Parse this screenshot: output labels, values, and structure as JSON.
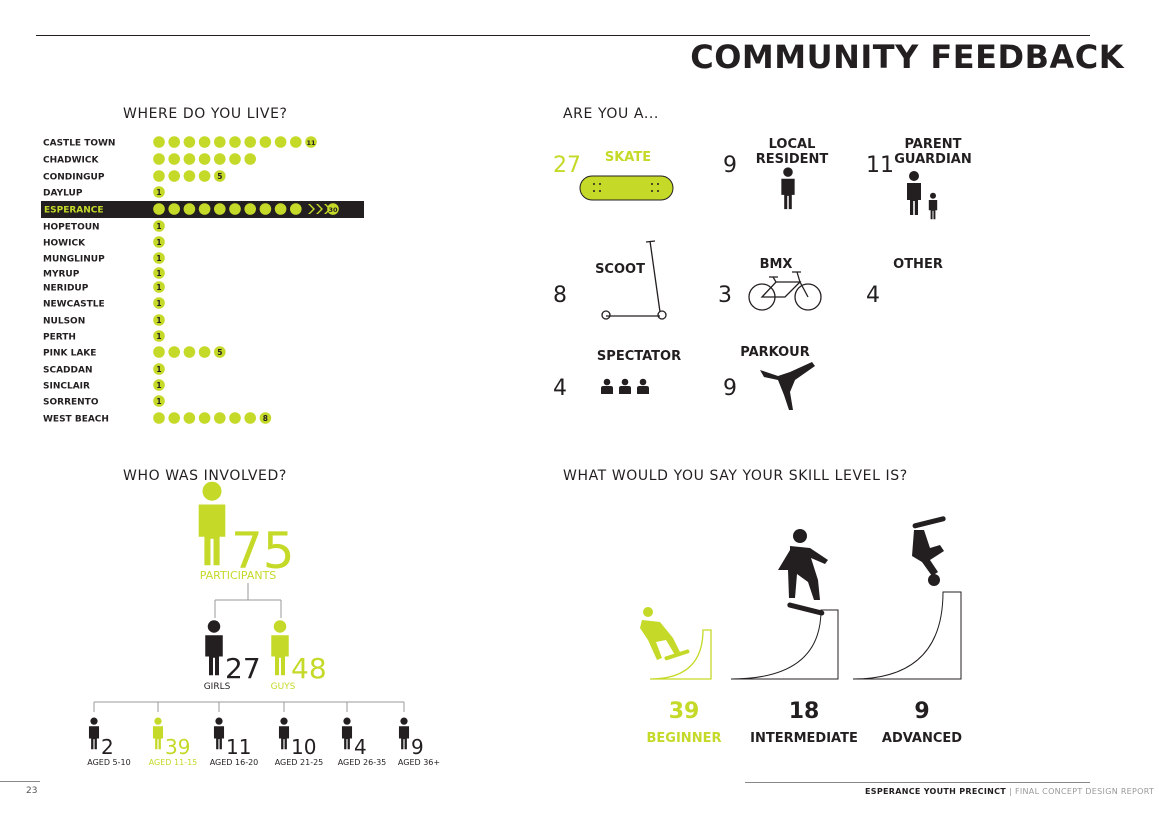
{
  "page": {
    "title": "COMMUNITY FEEDBACK",
    "page_number": "23",
    "footer_bold": "ESPERANCE YOUTH PRECINCT",
    "footer_light": "| FINAL CONCEPT DESIGN REPORT"
  },
  "colors": {
    "accent": "#c5d928",
    "dark": "#231f20"
  },
  "sections": {
    "where": "WHERE DO YOU LIVE?",
    "are_you": "ARE YOU A...",
    "involved": "WHO WAS INVOLVED?",
    "skill": "WHAT WOULD YOU SAY YOUR SKILL LEVEL IS?"
  },
  "chart_data": [
    {
      "type": "bar",
      "title": "WHERE DO YOU LIVE?",
      "categories": [
        "CASTLE TOWN",
        "CHADWICK",
        "CONDINGUP",
        "DAYLUP",
        "ESPERANCE",
        "HOPETOUN",
        "HOWICK",
        "MUNGLINUP",
        "MYRUP",
        "NERIDUP",
        "NEWCASTLE",
        "NULSON",
        "PERTH",
        "PINK LAKE",
        "SCADDAN",
        "SINCLAIR",
        "SORRENTO",
        "WEST BEACH"
      ],
      "values": [
        11,
        7,
        5,
        1,
        30,
        1,
        1,
        1,
        1,
        1,
        1,
        1,
        1,
        5,
        1,
        1,
        1,
        8
      ],
      "value_labels": [
        "11",
        "",
        "5",
        "1",
        "30",
        "1",
        "1",
        "1",
        "1",
        "1",
        "1",
        "1",
        "1",
        "5",
        "1",
        "1",
        "1",
        "8"
      ],
      "highlight": "ESPERANCE"
    },
    {
      "type": "table",
      "title": "ARE YOU A...",
      "rows": [
        {
          "label": "SKATE",
          "label_line2": "",
          "value": "27",
          "icon": "skateboard-icon",
          "highlight": true
        },
        {
          "label": "LOCAL",
          "label_line2": "RESIDENT",
          "value": "9",
          "icon": "person-icon"
        },
        {
          "label": "PARENT",
          "label_line2": "GUARDIAN",
          "value": "11",
          "icon": "parent-child-icon"
        },
        {
          "label": "SCOOT",
          "label_line2": "",
          "value": "8",
          "icon": "scooter-icon"
        },
        {
          "label": "BMX",
          "label_line2": "",
          "value": "3",
          "icon": "bicycle-icon"
        },
        {
          "label": "OTHER",
          "label_line2": "",
          "value": "4",
          "icon": ""
        },
        {
          "label": "SPECTATOR",
          "label_line2": "",
          "value": "4",
          "icon": "audience-icon"
        },
        {
          "label": "PARKOUR",
          "label_line2": "",
          "value": "9",
          "icon": "parkour-icon"
        }
      ]
    },
    {
      "type": "table",
      "title": "WHO WAS INVOLVED?",
      "total": {
        "value": "75",
        "label": "PARTICIPANTS"
      },
      "gender": [
        {
          "label": "GIRLS",
          "value": "27",
          "highlight": false
        },
        {
          "label": "GUYS",
          "value": "48",
          "highlight": true
        }
      ],
      "ages": [
        {
          "label": "AGED 5-10",
          "value": "2",
          "highlight": false
        },
        {
          "label": "AGED 11-15",
          "value": "39",
          "highlight": true
        },
        {
          "label": "AGED 16-20",
          "value": "11",
          "highlight": false
        },
        {
          "label": "AGED 21-25",
          "value": "10",
          "highlight": false
        },
        {
          "label": "AGED 26-35",
          "value": "4",
          "highlight": false
        },
        {
          "label": "AGED 36+",
          "value": "9",
          "highlight": false
        }
      ]
    },
    {
      "type": "table",
      "title": "WHAT WOULD YOU SAY YOUR SKILL LEVEL IS?",
      "levels": [
        {
          "label": "BEGINNER",
          "value": "39",
          "highlight": true,
          "icon": "beginner-skater-icon"
        },
        {
          "label": "INTERMEDIATE",
          "value": "18",
          "highlight": false,
          "icon": "intermediate-skater-icon"
        },
        {
          "label": "ADVANCED",
          "value": "9",
          "highlight": false,
          "icon": "advanced-skater-icon"
        }
      ]
    }
  ]
}
